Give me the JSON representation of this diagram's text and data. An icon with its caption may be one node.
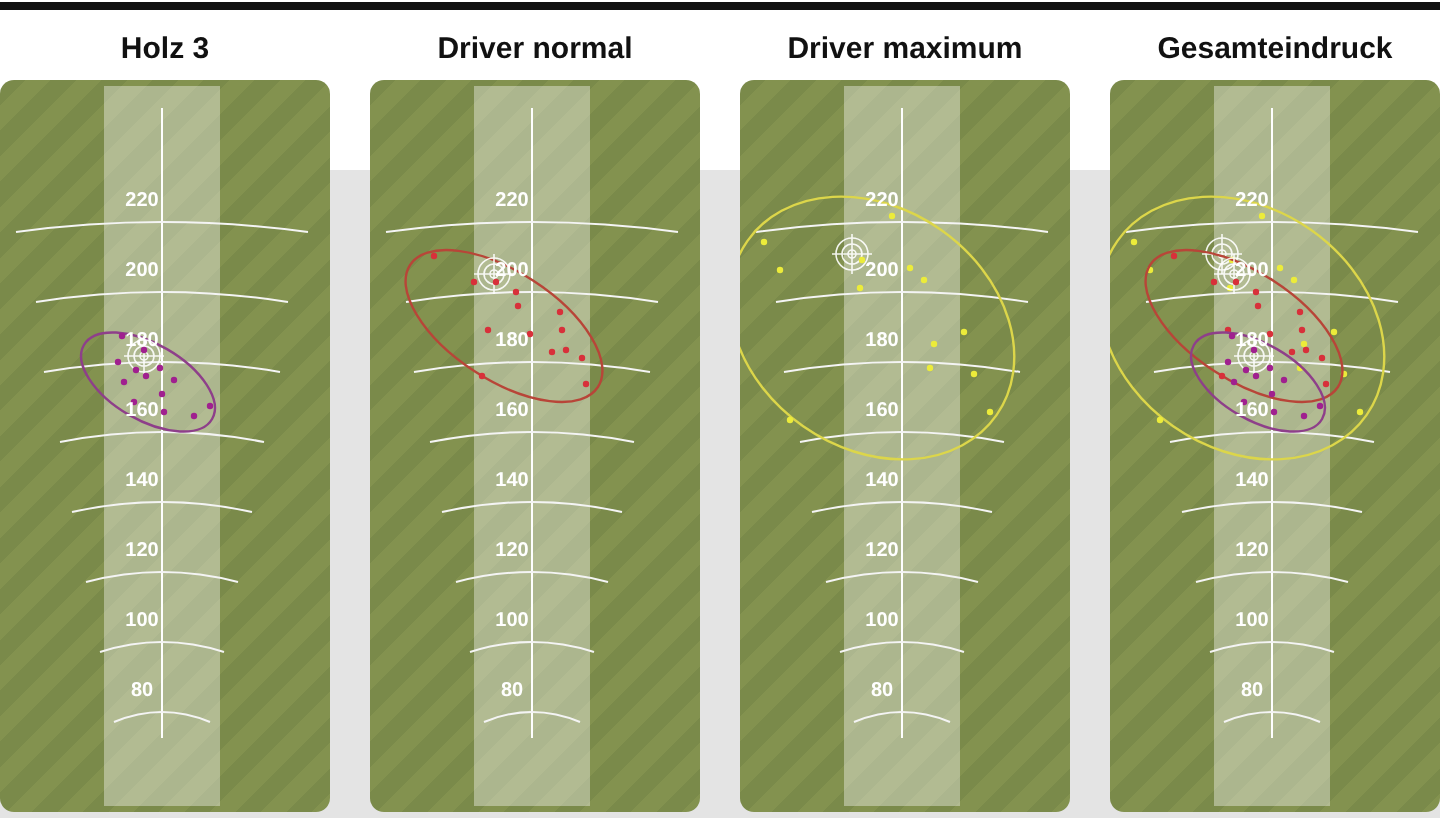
{
  "diagram": {
    "nodes": [
      {
        "text": [
          "Holz 3"
        ]
      },
      {
        "text": [
          "Driver normal"
        ]
      },
      {
        "text": [
          "Driver maximum"
        ]
      },
      {
        "text": [
          "Gesamteindruck"
        ]
      }
    ],
    "labels": [
      "220",
      "200",
      "180",
      "160",
      "140",
      "120",
      "100",
      "80",
      "220",
      "200",
      "180",
      "160",
      "140",
      "120",
      "100",
      "80",
      "220",
      "200",
      "180",
      "160",
      "140",
      "120",
      "100",
      "80",
      "220",
      "200",
      "180",
      "160",
      "140",
      "120",
      "100",
      "80"
    ]
  }
}
